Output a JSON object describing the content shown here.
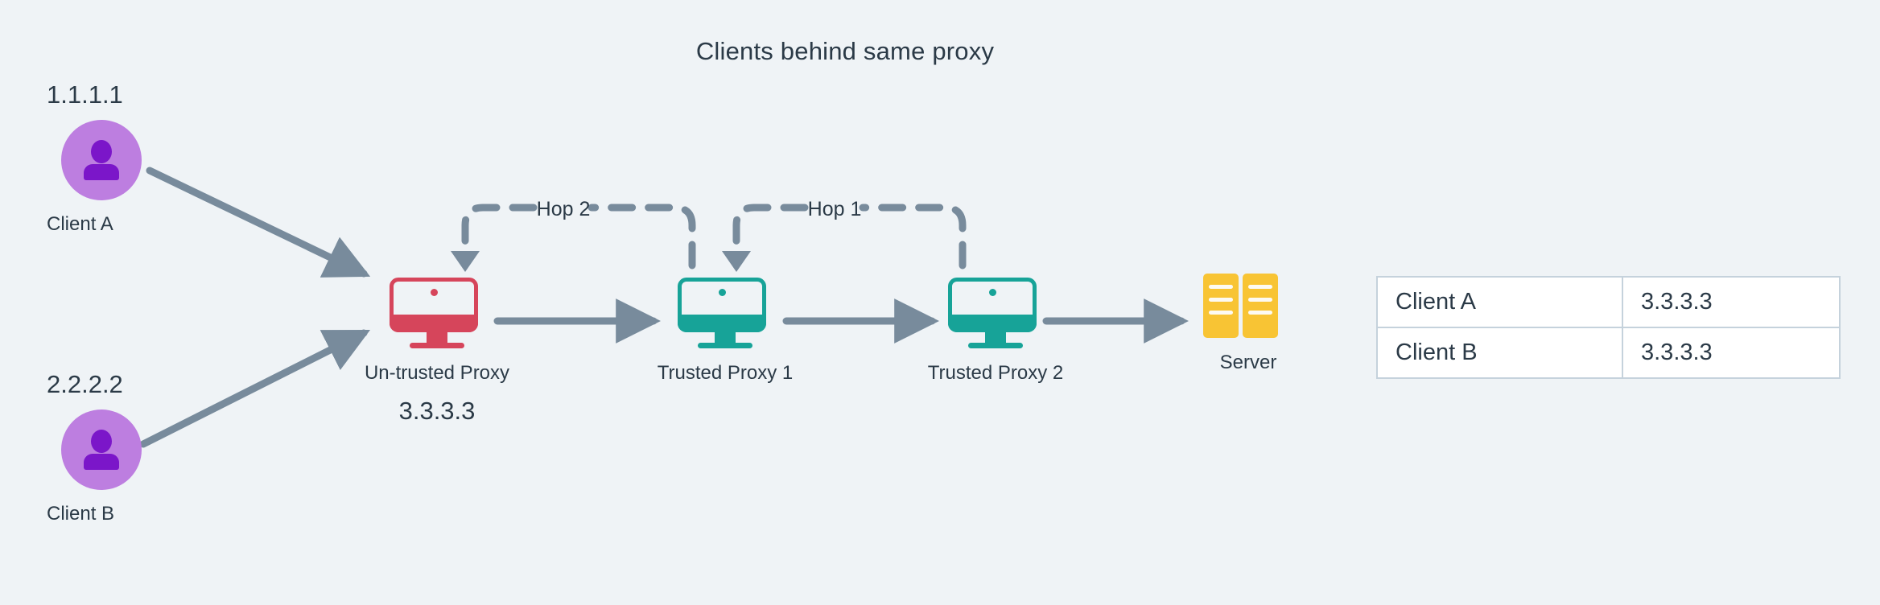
{
  "title": "Clients behind same proxy",
  "colors": {
    "background": "#eff3f6",
    "text": "#2b3a47",
    "arrow": "#788b9c",
    "untrusted_proxy": "#d6455b",
    "trusted_proxy": "#17a398",
    "server": "#f8c434",
    "avatar_circle": "#bd7ee0",
    "avatar_glyph": "#7b16c9",
    "table_border": "#c5d2dc",
    "table_cell_bg": "#ffffff"
  },
  "clients": [
    {
      "ip": "1.1.1.1",
      "label": "Client A",
      "icon": "user-avatar-icon"
    },
    {
      "ip": "2.2.2.2",
      "label": "Client B",
      "icon": "user-avatar-icon"
    }
  ],
  "nodes": [
    {
      "label": "Un-trusted Proxy",
      "sublabel": "3.3.3.3",
      "icon": "monitor-icon",
      "state": "untrusted"
    },
    {
      "label": "Trusted Proxy 1",
      "sublabel": "",
      "icon": "monitor-icon",
      "state": "trusted"
    },
    {
      "label": "Trusted Proxy 2",
      "sublabel": "",
      "icon": "monitor-icon",
      "state": "trusted"
    },
    {
      "label": "Server",
      "sublabel": "",
      "icon": "server-icon",
      "state": "server"
    }
  ],
  "hops": [
    {
      "label": "Hop 2"
    },
    {
      "label": "Hop 1"
    }
  ],
  "table": {
    "rows": [
      {
        "client": "Client A",
        "ip": "3.3.3.3"
      },
      {
        "client": "Client B",
        "ip": "3.3.3.3"
      }
    ]
  }
}
